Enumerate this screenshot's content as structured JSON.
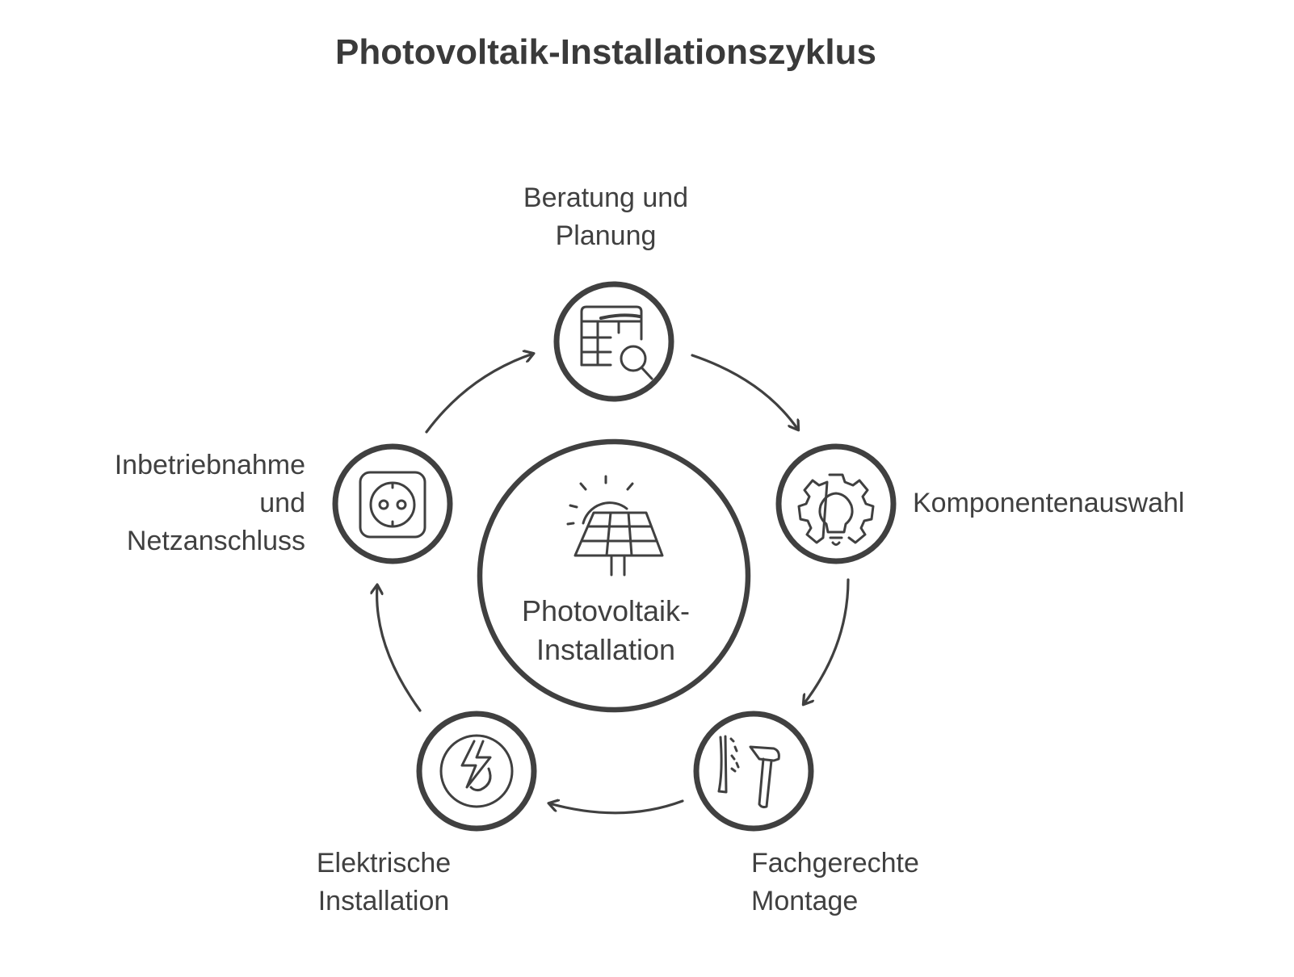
{
  "title": "Photovoltaik-Installationszyklus",
  "center": {
    "lines": [
      "Photovoltaik-",
      "Installation"
    ],
    "icon": "solar-panel-icon"
  },
  "steps": [
    {
      "lines": [
        "Beratung und",
        "Planung"
      ],
      "icon": "plan-search-icon"
    },
    {
      "lines": [
        "Komponentenauswahl"
      ],
      "icon": "gear-lightbulb-icon"
    },
    {
      "lines": [
        "Fachgerechte",
        "Montage"
      ],
      "icon": "hammer-wall-icon"
    },
    {
      "lines": [
        "Elektrische",
        "Installation"
      ],
      "icon": "lightning-cycle-icon"
    },
    {
      "lines": [
        "Inbetriebnahme",
        "und",
        "Netzanschluss"
      ],
      "icon": "power-socket-icon"
    }
  ],
  "colors": {
    "stroke": "#404040",
    "text": "#404040",
    "background": "#ffffff"
  }
}
